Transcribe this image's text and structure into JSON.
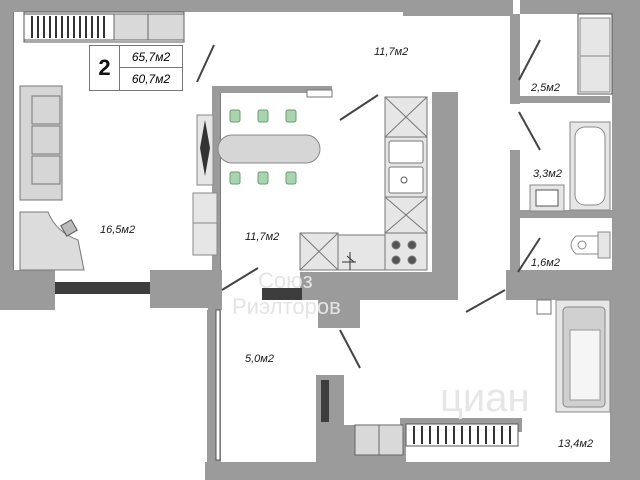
{
  "apartment": {
    "rooms": "2",
    "total_area": "65,7м2",
    "living_area": "60,7м2"
  },
  "areas": {
    "hall": "11,7м2",
    "living_room": "16,5м2",
    "kitchen": "11,7м2",
    "closet": "2,5м2",
    "bathroom": "3,3м2",
    "toilet": "1,6м2",
    "loggia": "5,0м2",
    "bedroom": "13,4м2"
  },
  "watermarks": {
    "agency_line1": "Союз",
    "agency_line2": "Риэлторов",
    "brand": "циан"
  },
  "colors": {
    "wall": "#9b9b9b",
    "wall_dark": "#7a7a7a",
    "fixture": "#d9d9d9",
    "plant": "#a8d5b0",
    "radiator": "#3d3d3d"
  }
}
